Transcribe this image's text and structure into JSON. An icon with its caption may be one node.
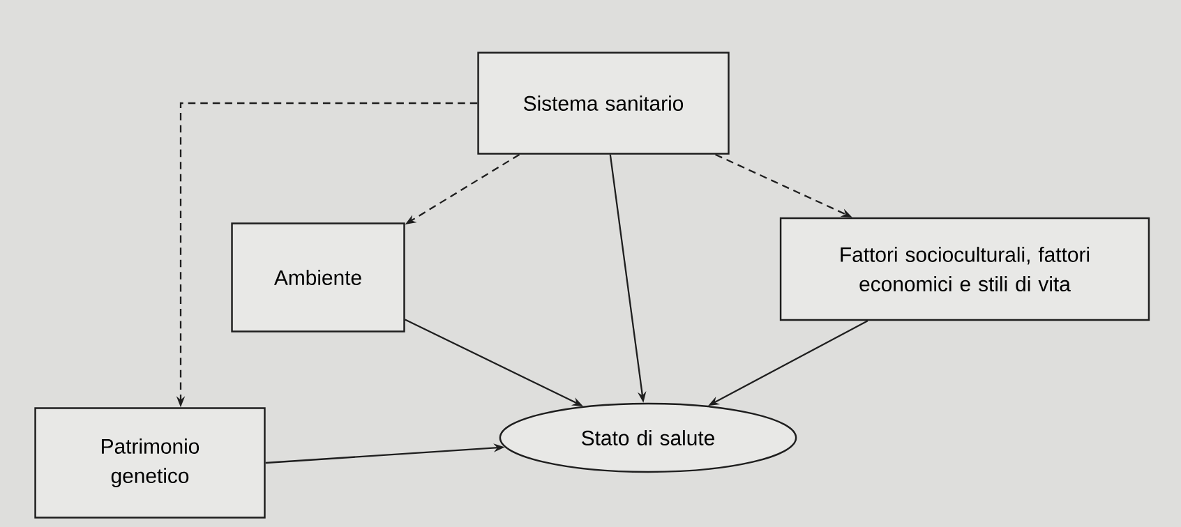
{
  "diagram": {
    "nodes": [
      {
        "text": [
          "Sistema sanitario"
        ]
      },
      {
        "text": [
          "Ambiente"
        ]
      },
      {
        "text": [
          "Fattori socioculturali, fattori economici e stili di vita"
        ]
      },
      {
        "text": [
          "Patrimonio genetico"
        ]
      },
      {
        "text": [
          "Stato di salute"
        ]
      }
    ],
    "edges": [
      {
        "from": 0,
        "to": 1,
        "arrow": "to",
        "style": "dashed"
      },
      {
        "from": 0,
        "to": 2,
        "arrow": "to",
        "style": "dashed"
      },
      {
        "from": 0,
        "to": 3,
        "arrow": "to",
        "style": "dashed"
      },
      {
        "from": 0,
        "to": 4,
        "arrow": "to"
      },
      {
        "from": 1,
        "to": 4,
        "arrow": "to"
      },
      {
        "from": 2,
        "to": 4,
        "arrow": "to"
      },
      {
        "from": 3,
        "to": 4,
        "arrow": "to"
      }
    ]
  }
}
